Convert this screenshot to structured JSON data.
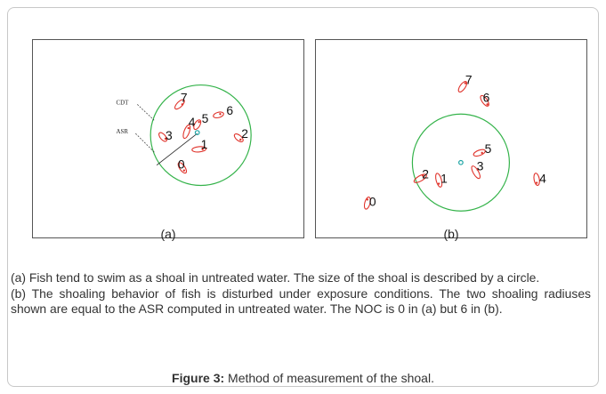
{
  "figure": {
    "panel_a": {
      "sublabel": "(a)",
      "labels": {
        "cdt": "CDT",
        "asr": "ASR"
      },
      "fish": [
        "7",
        "4",
        "5",
        "6",
        "3",
        "2",
        "1",
        "0"
      ],
      "circle_color": "#34b34a",
      "fish_color": "#e0332b",
      "center_color": "#1aa3a3"
    },
    "panel_b": {
      "sublabel": "(b)",
      "fish": [
        "7",
        "6",
        "5",
        "3",
        "2",
        "1",
        "4",
        "0"
      ]
    }
  },
  "caption": {
    "a": "(a) Fish tend to swim as a shoal in untreated water. The size of the shoal is described by a circle.",
    "b": "(b) The shoaling behavior of fish is disturbed under exposure conditions. The two shoaling radiuses shown are equal to the ASR computed in untreated water. The NOC is 0 in (a) but 6 in (b)."
  },
  "figure_caption": {
    "label": "Figure 3:",
    "text": " Method of measurement of the shoal."
  }
}
